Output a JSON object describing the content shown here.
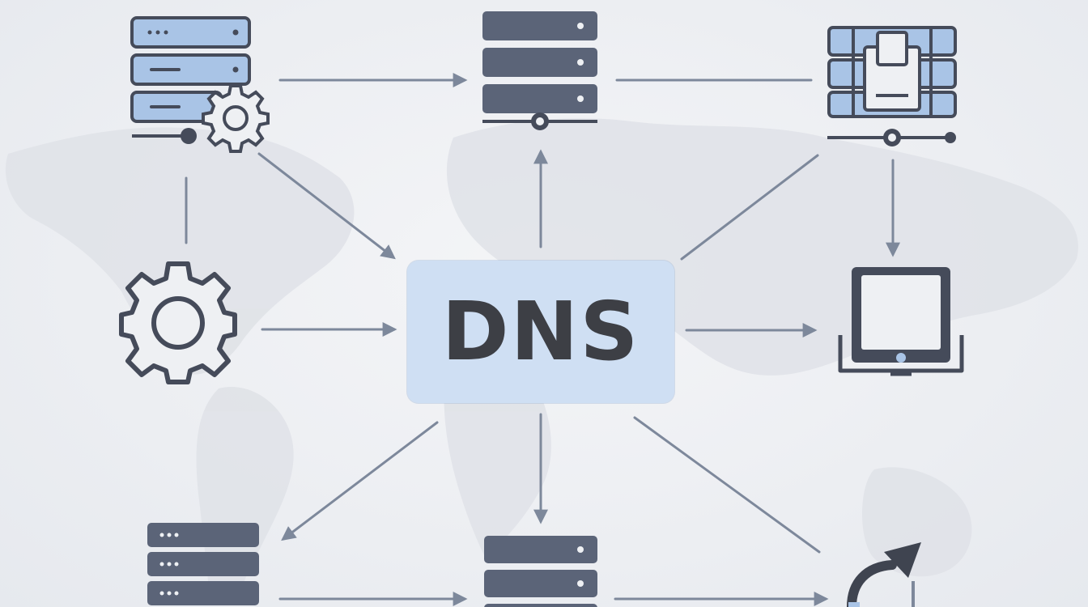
{
  "diagram": {
    "center_label": "DNS",
    "colors": {
      "background": "#eef0f3",
      "center_fill": "#cfdff3",
      "icon_dark": "#454b5a",
      "icon_slate": "#5b6478",
      "icon_light_blue": "#a9c4e6",
      "arrow": "#7d889b",
      "map": "#dfe2e7"
    },
    "nodes": [
      {
        "id": "config-server-top-left",
        "icon": "server-with-gear-icon"
      },
      {
        "id": "server-top-center",
        "icon": "server-stack-icon"
      },
      {
        "id": "server-top-right",
        "icon": "storage-server-icon"
      },
      {
        "id": "settings-left",
        "icon": "gear-icon"
      },
      {
        "id": "device-right",
        "icon": "tablet-device-icon"
      },
      {
        "id": "server-bottom-left",
        "icon": "server-stack-icon"
      },
      {
        "id": "server-bottom-center",
        "icon": "server-stack-icon"
      },
      {
        "id": "redirect-bottom-right",
        "icon": "redirect-arrow-icon"
      }
    ]
  }
}
